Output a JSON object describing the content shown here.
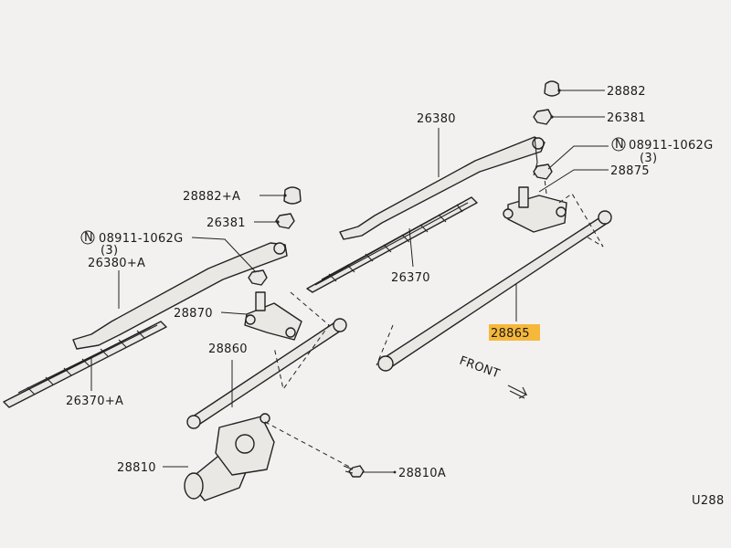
{
  "labels": {
    "p28882_r": "28882",
    "p26381_r": "26381",
    "p08911_r": "08911-1062G",
    "p08911_r_qty": "(3)",
    "p28875": "28875",
    "p26380": "26380",
    "p26370": "26370",
    "p28865": "28865",
    "p28882_l": "28882+A",
    "p26381_l": "26381",
    "p08911_l": "08911-1062G",
    "p08911_l_qty": "(3)",
    "p26380_l": "26380+A",
    "p28870": "28870",
    "p26370_l": "26370+A",
    "p28860": "28860",
    "p28810": "28810",
    "p28810a": "28810A",
    "front": "FRONT",
    "n_symbol": "N",
    "diagram_code": "U288"
  },
  "colors": {
    "highlight": "#f6b83a",
    "ink": "#1b1b1b",
    "paper": "#f2f1ef"
  }
}
